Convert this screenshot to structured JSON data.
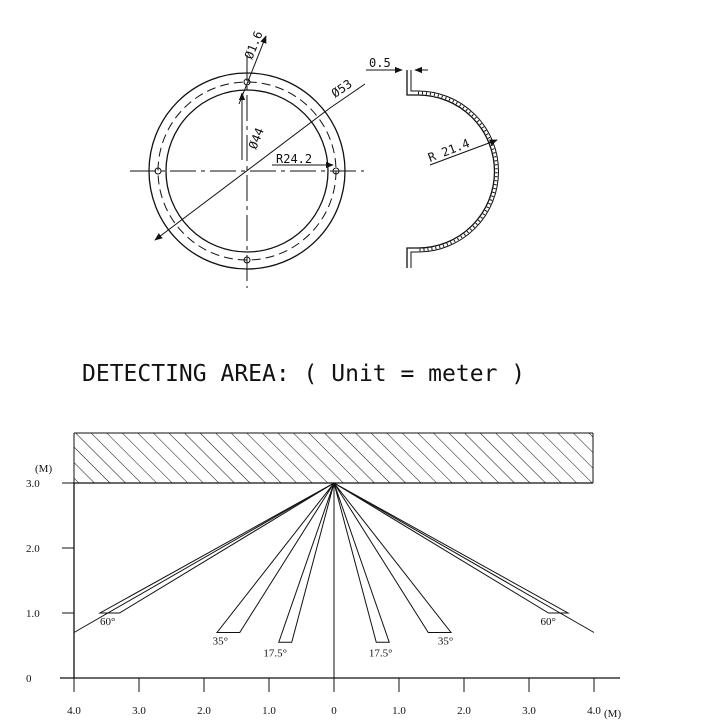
{
  "drawing": {
    "front_view": {
      "dims": {
        "hole_diameter": "Ø1.6",
        "outer_diameter": "Ø53",
        "inner_diameter": "Ø44",
        "bolt_circle_radius": "R24.2"
      }
    },
    "side_view": {
      "dims": {
        "thickness": "0.5",
        "inner_radius": "R 21.4"
      }
    }
  },
  "detecting_area": {
    "title": "DETECTING AREA: ( Unit = meter )",
    "y_unit": "(M)",
    "x_unit": "(M)",
    "y_ticks": [
      "3.0",
      "2.0",
      "1.0",
      "0"
    ],
    "x_ticks": [
      "4.0",
      "3.0",
      "2.0",
      "1.0",
      "0",
      "1.0",
      "2.0",
      "3.0",
      "4.0"
    ],
    "beam_labels": [
      "60°",
      "35°",
      "17.5°",
      "17.5°",
      "35°",
      "60°"
    ]
  },
  "chart_data": {
    "type": "scatter",
    "title": "DETECTING AREA: ( Unit = meter )",
    "xlabel": "(M)",
    "ylabel": "(M)",
    "xlim": [
      -4.0,
      4.0
    ],
    "ylim": [
      0,
      3.0
    ],
    "sensor": {
      "x": 0,
      "y": 3.0
    },
    "series": [
      {
        "name": "60°",
        "points": [
          [
            -3.6,
            1.0
          ],
          [
            -3.3,
            1.0
          ]
        ]
      },
      {
        "name": "35°",
        "points": [
          [
            -1.8,
            0.7
          ],
          [
            -1.45,
            0.7
          ]
        ]
      },
      {
        "name": "17.5°",
        "points": [
          [
            -0.85,
            0.55
          ],
          [
            -0.65,
            0.55
          ]
        ]
      },
      {
        "name": "17.5°",
        "points": [
          [
            0.65,
            0.55
          ],
          [
            0.85,
            0.55
          ]
        ]
      },
      {
        "name": "35°",
        "points": [
          [
            1.45,
            0.7
          ],
          [
            1.8,
            0.7
          ]
        ]
      },
      {
        "name": "60°",
        "points": [
          [
            3.3,
            1.0
          ],
          [
            3.6,
            1.0
          ]
        ]
      }
    ]
  }
}
